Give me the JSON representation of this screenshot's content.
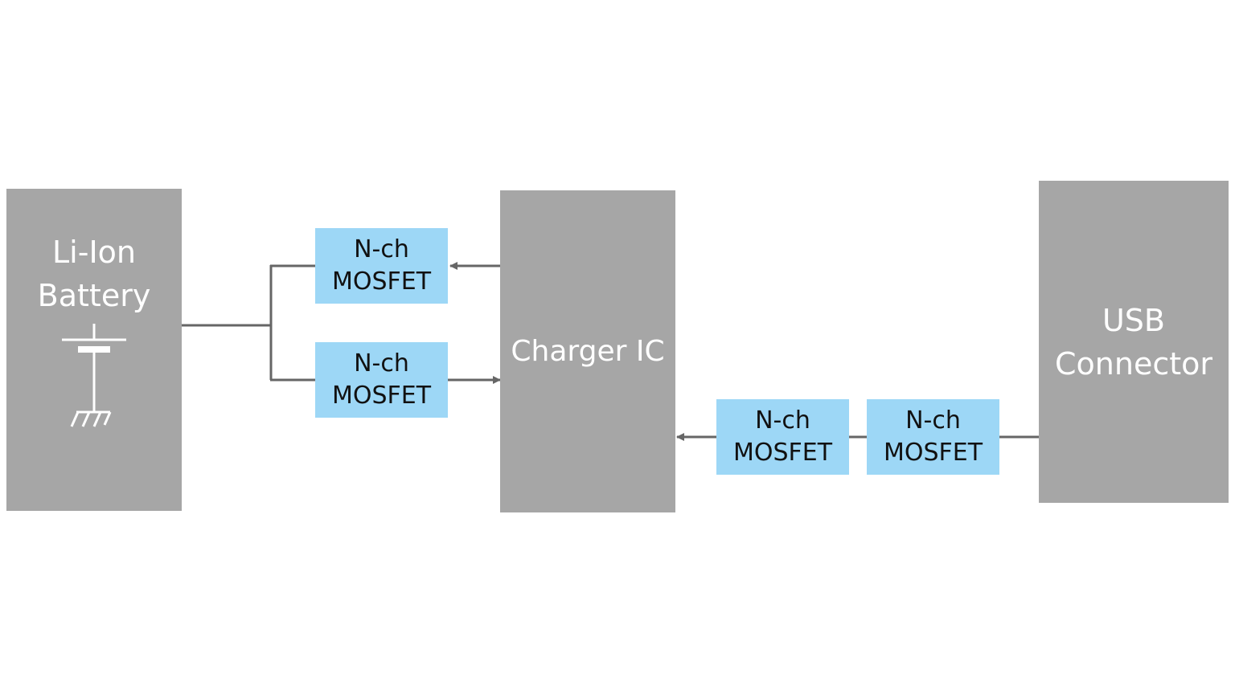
{
  "battery": {
    "line1": "Li-Ion",
    "line2": "Battery"
  },
  "charger": {
    "label": "Charger IC"
  },
  "usb": {
    "line1": "USB",
    "line2": "Connector"
  },
  "mosfets": [
    {
      "line1": "N-ch",
      "line2": "MOSFET"
    },
    {
      "line1": "N-ch",
      "line2": "MOSFET"
    },
    {
      "line1": "N-ch",
      "line2": "MOSFET"
    },
    {
      "line1": "N-ch",
      "line2": "MOSFET"
    }
  ],
  "colors": {
    "block": "#a6a6a6",
    "mosfet": "#9dd7f6",
    "wire": "#666666",
    "block_text": "#ffffff"
  }
}
